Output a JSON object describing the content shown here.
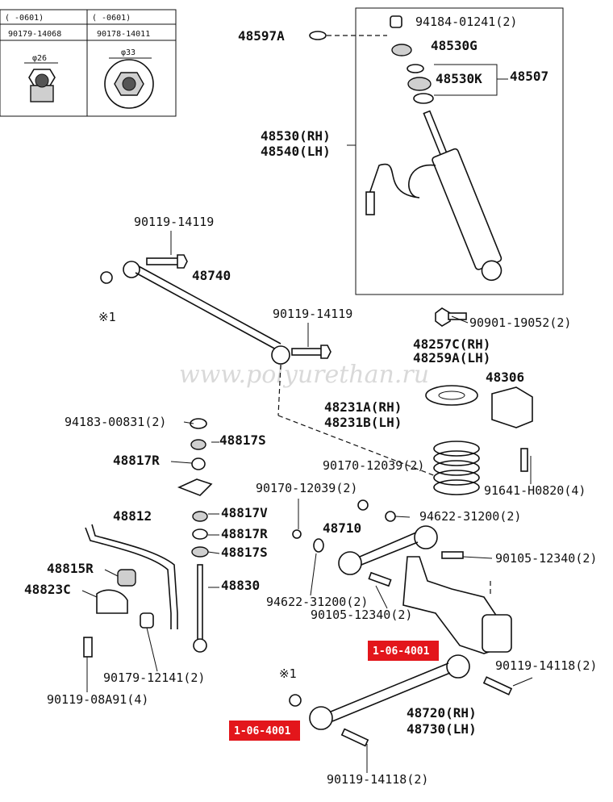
{
  "watermark": "www.polyurethan.ru",
  "inset": {
    "headers": [
      "(   -0601)",
      "(   -0601)"
    ],
    "parts": [
      "90179-14068",
      "90178-14011"
    ],
    "diameters": [
      "φ26",
      "φ33"
    ]
  },
  "labels": {
    "p48597A": "48597A",
    "p94184": "94184-01241(2)",
    "p48530G": "48530G",
    "p48530K": "48530K",
    "p48507": "48507",
    "p48530": "48530(RH)",
    "p48540": "48540(LH)",
    "p90119_top": "90119-14119",
    "p48740": "48740",
    "note1_top": "※1",
    "p90119_mid": "90119-14119",
    "p90901": "90901-19052(2)",
    "p48257C": "48257C(RH)",
    "p48259A": "48259A(LH)",
    "p48306": "48306",
    "p94183": "94183-00831(2)",
    "p48817S_a": "48817S",
    "p48817R_a": "48817R",
    "p48231A": "48231A(RH)",
    "p48231B": "48231B(LH)",
    "p90170_a": "90170-12039(2)",
    "p91641": "91641-H0820(4)",
    "p90170_b": "90170-12039(2)",
    "p94622_a": "94622-31200(2)",
    "p48812": "48812",
    "p48817V": "48817V",
    "p48710": "48710",
    "p48817R_b": "48817R",
    "p90105_a": "90105-12340(2)",
    "p48817S_b": "48817S",
    "p48815R": "48815R",
    "p48823C": "48823C",
    "p48830": "48830",
    "p94622_b": "94622-31200(2)",
    "p90105_b": "90105-12340(2)",
    "p90119_14118_a": "90119-14118(2)",
    "p90179_12141": "90179-12141(2)",
    "p90119_08A91": "90119-08A91(4)",
    "note1_bot": "※1",
    "p48720": "48720(RH)",
    "p48730": "48730(LH)",
    "p90119_14118_b": "90119-14118(2)"
  },
  "badges": {
    "upper": "1-06-4001",
    "lower": "1-06-4001",
    "color": "#e3161b"
  }
}
